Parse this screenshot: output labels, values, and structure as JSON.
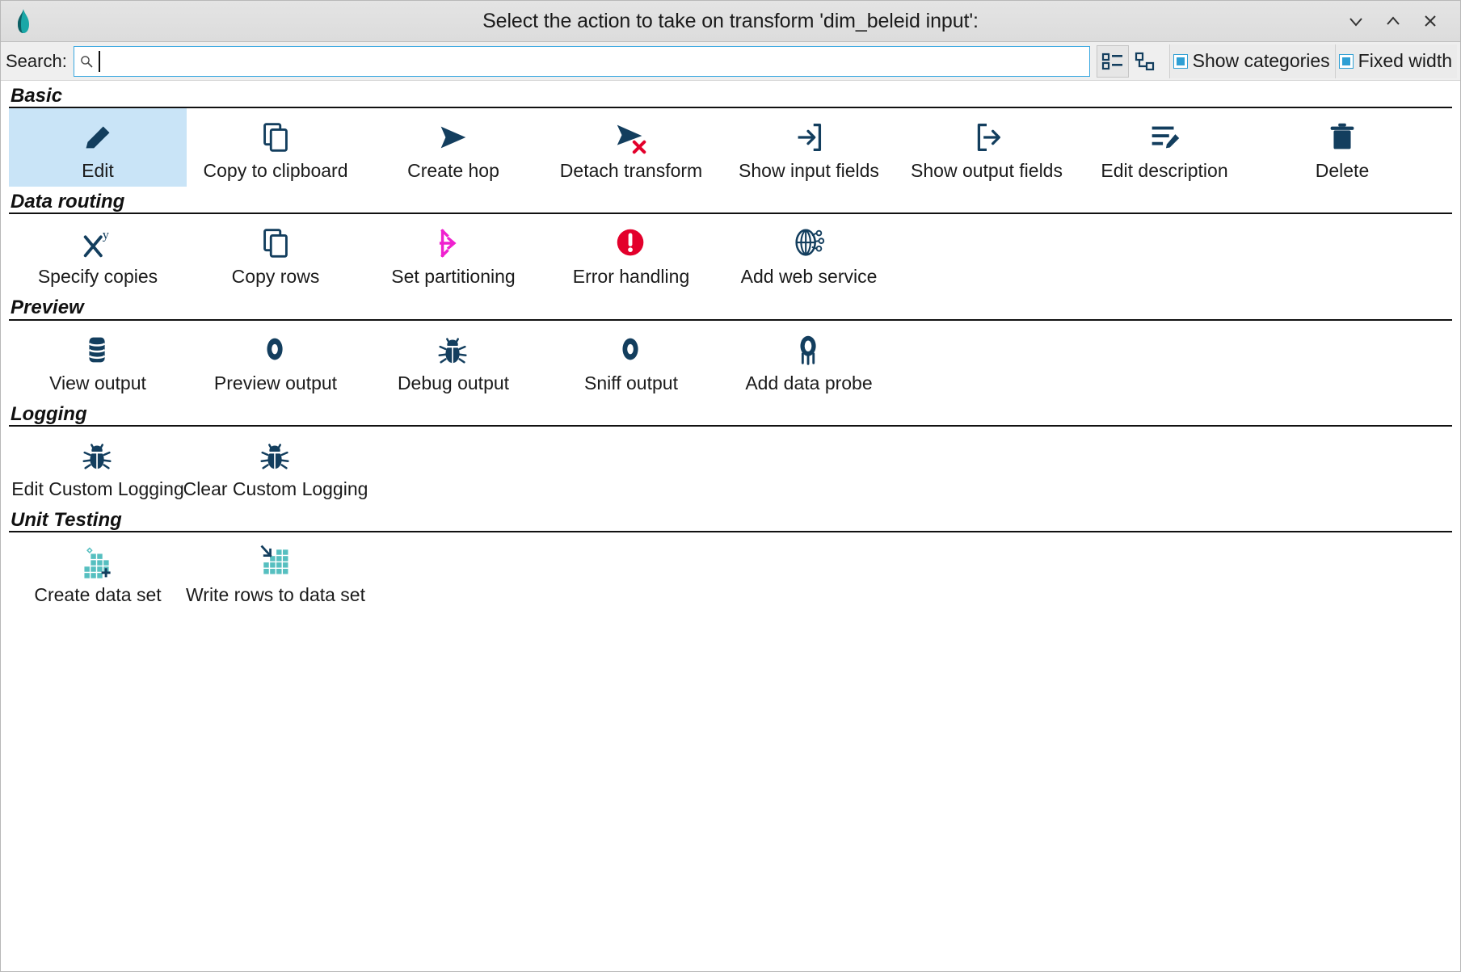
{
  "window": {
    "title": "Select the action to take on transform 'dim_beleid input':",
    "app_icon": "hop-logo-icon",
    "buttons": [
      {
        "name": "minimize-button",
        "glyph": "∨"
      },
      {
        "name": "maximize-button",
        "glyph": "∧"
      },
      {
        "name": "close-button",
        "glyph": "✕"
      }
    ]
  },
  "search": {
    "label": "Search:",
    "value": "",
    "placeholder": "",
    "icon": "search-icon"
  },
  "toolbar": {
    "view_buttons": [
      {
        "name": "list-view-button",
        "icon": "list-view-icon",
        "active": true
      },
      {
        "name": "tree-view-button",
        "icon": "tree-view-icon",
        "active": false
      }
    ],
    "checkboxes": [
      {
        "name": "show-categories-checkbox",
        "label": "Show categories",
        "checked": true
      },
      {
        "name": "fixed-width-checkbox",
        "label": "Fixed width",
        "checked": true
      }
    ]
  },
  "colors": {
    "accent_icon": "#133E5E",
    "selection": "#c9e4f7",
    "teal": "#56bfc0",
    "error_red": "#e3002b",
    "magenta": "#ef21cf",
    "focus_border": "#3aa8e0"
  },
  "sections": [
    {
      "title": "Basic",
      "items": [
        {
          "label": "Edit",
          "icon": "pencil-icon",
          "selected": true
        },
        {
          "label": "Copy to clipboard",
          "icon": "copy-clipboard-icon",
          "selected": false
        },
        {
          "label": "Create hop",
          "icon": "create-hop-arrow-icon",
          "selected": false
        },
        {
          "label": "Detach transform",
          "icon": "detach-transform-icon",
          "selected": false
        },
        {
          "label": "Show input fields",
          "icon": "input-fields-icon",
          "selected": false
        },
        {
          "label": "Show output fields",
          "icon": "output-fields-icon",
          "selected": false
        },
        {
          "label": "Edit description",
          "icon": "edit-description-icon",
          "selected": false
        },
        {
          "label": "Delete",
          "icon": "trash-icon",
          "selected": false
        }
      ]
    },
    {
      "title": "Data routing",
      "items": [
        {
          "label": "Specify copies",
          "icon": "x-power-y-icon",
          "selected": false
        },
        {
          "label": "Copy rows",
          "icon": "copy-rows-icon",
          "selected": false
        },
        {
          "label": "Set partitioning",
          "icon": "set-partitioning-icon",
          "selected": false
        },
        {
          "label": "Error handling",
          "icon": "error-handling-icon",
          "selected": false
        },
        {
          "label": "Add web service",
          "icon": "web-service-globe-icon",
          "selected": false
        }
      ]
    },
    {
      "title": "Preview",
      "items": [
        {
          "label": "View output",
          "icon": "database-icon",
          "selected": false
        },
        {
          "label": "Preview output",
          "icon": "eye-icon",
          "selected": false
        },
        {
          "label": "Debug output",
          "icon": "bug-icon",
          "selected": false
        },
        {
          "label": "Sniff output",
          "icon": "eye-icon",
          "selected": false
        },
        {
          "label": "Add data probe",
          "icon": "data-probe-icon",
          "selected": false
        }
      ]
    },
    {
      "title": "Logging",
      "items": [
        {
          "label": "Edit Custom Logging",
          "icon": "bug-icon",
          "selected": false
        },
        {
          "label": "Clear Custom Logging",
          "icon": "bug-icon",
          "selected": false
        }
      ]
    },
    {
      "title": "Unit Testing",
      "items": [
        {
          "label": "Create data set",
          "icon": "create-data-set-icon",
          "selected": false
        },
        {
          "label": "Write rows to data set",
          "icon": "write-rows-data-set-icon",
          "selected": false
        }
      ]
    }
  ]
}
